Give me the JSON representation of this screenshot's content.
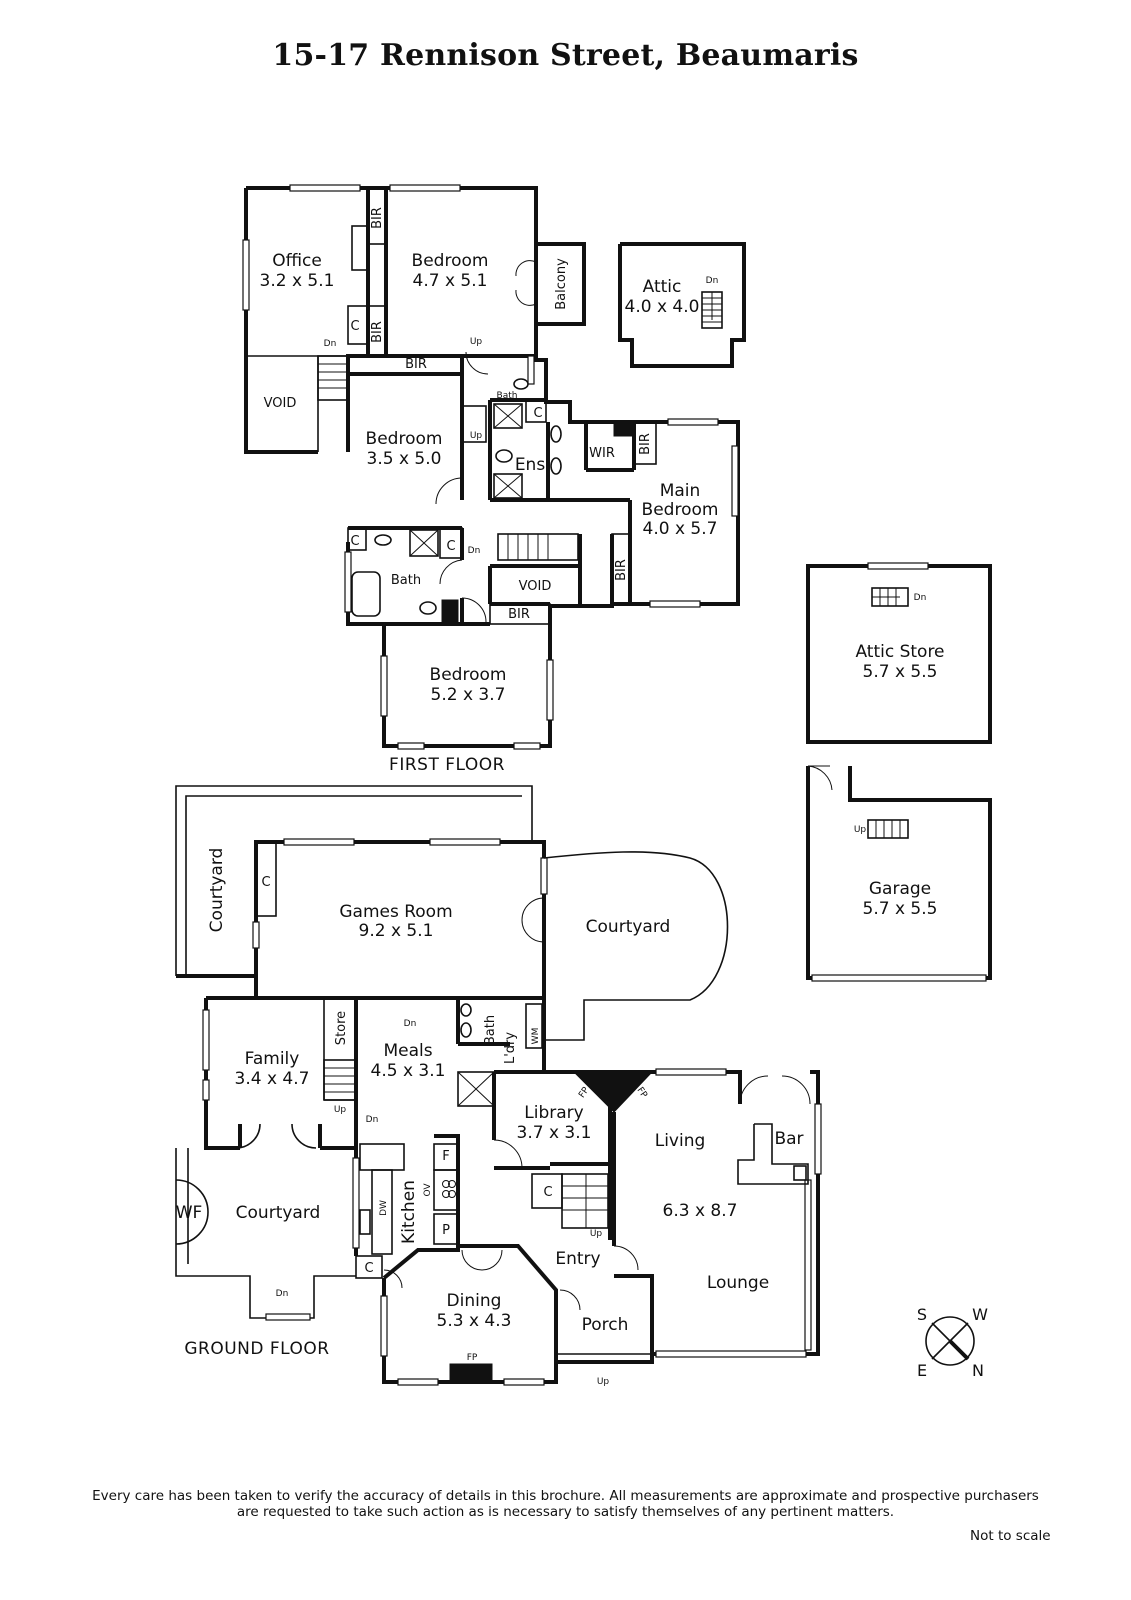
{
  "title": "15-17 Rennison Street, Beaumaris",
  "floors": {
    "first": "FIRST FLOOR",
    "ground": "GROUND FLOOR"
  },
  "rooms": {
    "office": {
      "name": "Office",
      "dims": "3.2 x 5.1"
    },
    "bedroom_top": {
      "name": "Bedroom",
      "dims": "4.7 x 5.1"
    },
    "attic": {
      "name": "Attic",
      "dims": "4.0 x 4.0"
    },
    "bedroom_mid": {
      "name": "Bedroom",
      "dims": "3.5 x 5.0"
    },
    "main_bedroom": {
      "name1": "Main",
      "name2": "Bedroom",
      "dims": "4.0 x 5.7"
    },
    "bedroom_bottom": {
      "name": "Bedroom",
      "dims": "5.2 x 3.7"
    },
    "attic_store": {
      "name": "Attic Store",
      "dims": "5.7 x 5.5"
    },
    "garage": {
      "name": "Garage",
      "dims": "5.7 x 5.5"
    },
    "games_room": {
      "name": "Games Room",
      "dims": "9.2 x 5.1"
    },
    "family": {
      "name": "Family",
      "dims": "3.4 x 4.7"
    },
    "meals": {
      "name": "Meals",
      "dims": "4.5 x 3.1"
    },
    "library": {
      "name": "Library",
      "dims": "3.7 x 3.1"
    },
    "living_lounge": {
      "name_top": "Living",
      "dims": "6.3 x 8.7",
      "name_bottom": "Lounge"
    },
    "dining": {
      "name": "Dining",
      "dims": "5.3 x 4.3"
    }
  },
  "labels": {
    "balcony": "Balcony",
    "void": "VOID",
    "bir": "BIR",
    "c": "C",
    "bath": "Bath",
    "ens": "Ens",
    "wir": "WIR",
    "up": "Up",
    "dn": "Dn",
    "courtyard": "Courtyard",
    "store": "Store",
    "lndry": "L'dry",
    "wm": "WM",
    "fp": "FP",
    "bar": "Bar",
    "kitchen": "Kitchen",
    "dw": "DW",
    "ov": "OV",
    "f": "F",
    "p": "P",
    "entry": "Entry",
    "porch": "Porch",
    "wf": "WF"
  },
  "compass": {
    "s": "S",
    "w": "W",
    "e": "E",
    "n": "N"
  },
  "disclaimer": {
    "line1": "Every care has been taken to verify the accuracy of details in this brochure.  All measurements are approximate and prospective purchasers",
    "line2": "are requested to take such action as is necessary to satisfy themselves of any pertinent matters.",
    "note": "Not to scale"
  }
}
